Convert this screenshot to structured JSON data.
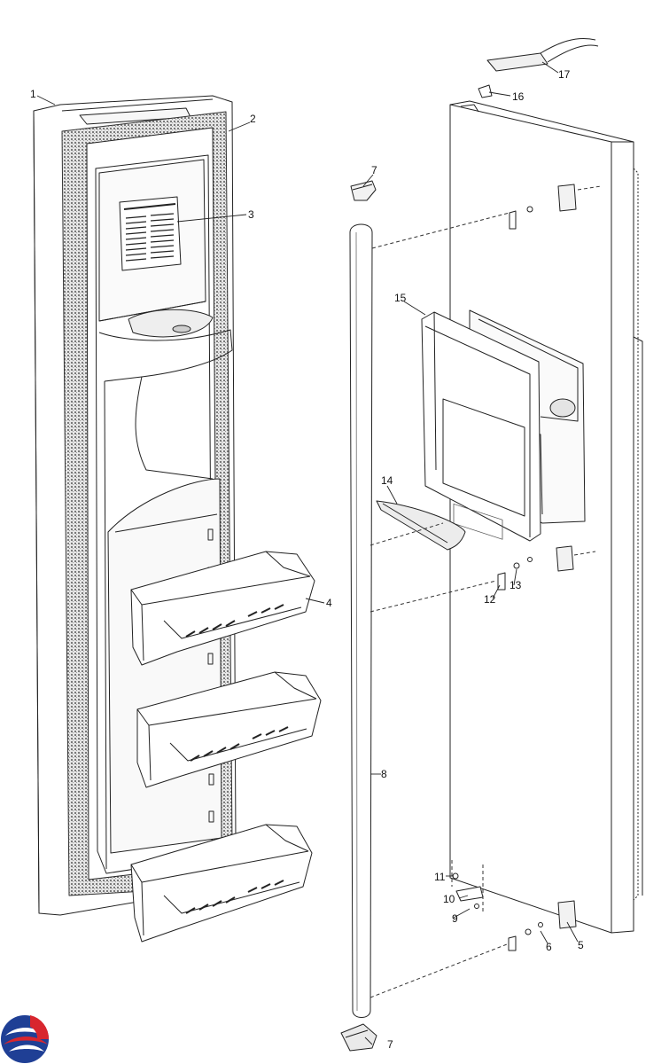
{
  "diagram": {
    "callouts": [
      {
        "id": "1",
        "label": "1"
      },
      {
        "id": "2",
        "label": "2"
      },
      {
        "id": "3",
        "label": "3"
      },
      {
        "id": "4",
        "label": "4"
      },
      {
        "id": "5",
        "label": "5"
      },
      {
        "id": "6",
        "label": "6"
      },
      {
        "id": "7a",
        "label": "7"
      },
      {
        "id": "7b",
        "label": "7"
      },
      {
        "id": "8",
        "label": "8"
      },
      {
        "id": "9",
        "label": "9"
      },
      {
        "id": "10",
        "label": "10"
      },
      {
        "id": "11",
        "label": "11"
      },
      {
        "id": "12",
        "label": "12"
      },
      {
        "id": "13",
        "label": "13"
      },
      {
        "id": "14",
        "label": "14"
      },
      {
        "id": "15",
        "label": "15"
      },
      {
        "id": "16",
        "label": "16"
      },
      {
        "id": "17",
        "label": "17"
      }
    ],
    "logo": {
      "name": "brand-logo-icon",
      "colors": [
        "#1f3f95",
        "#d8262e"
      ]
    }
  }
}
